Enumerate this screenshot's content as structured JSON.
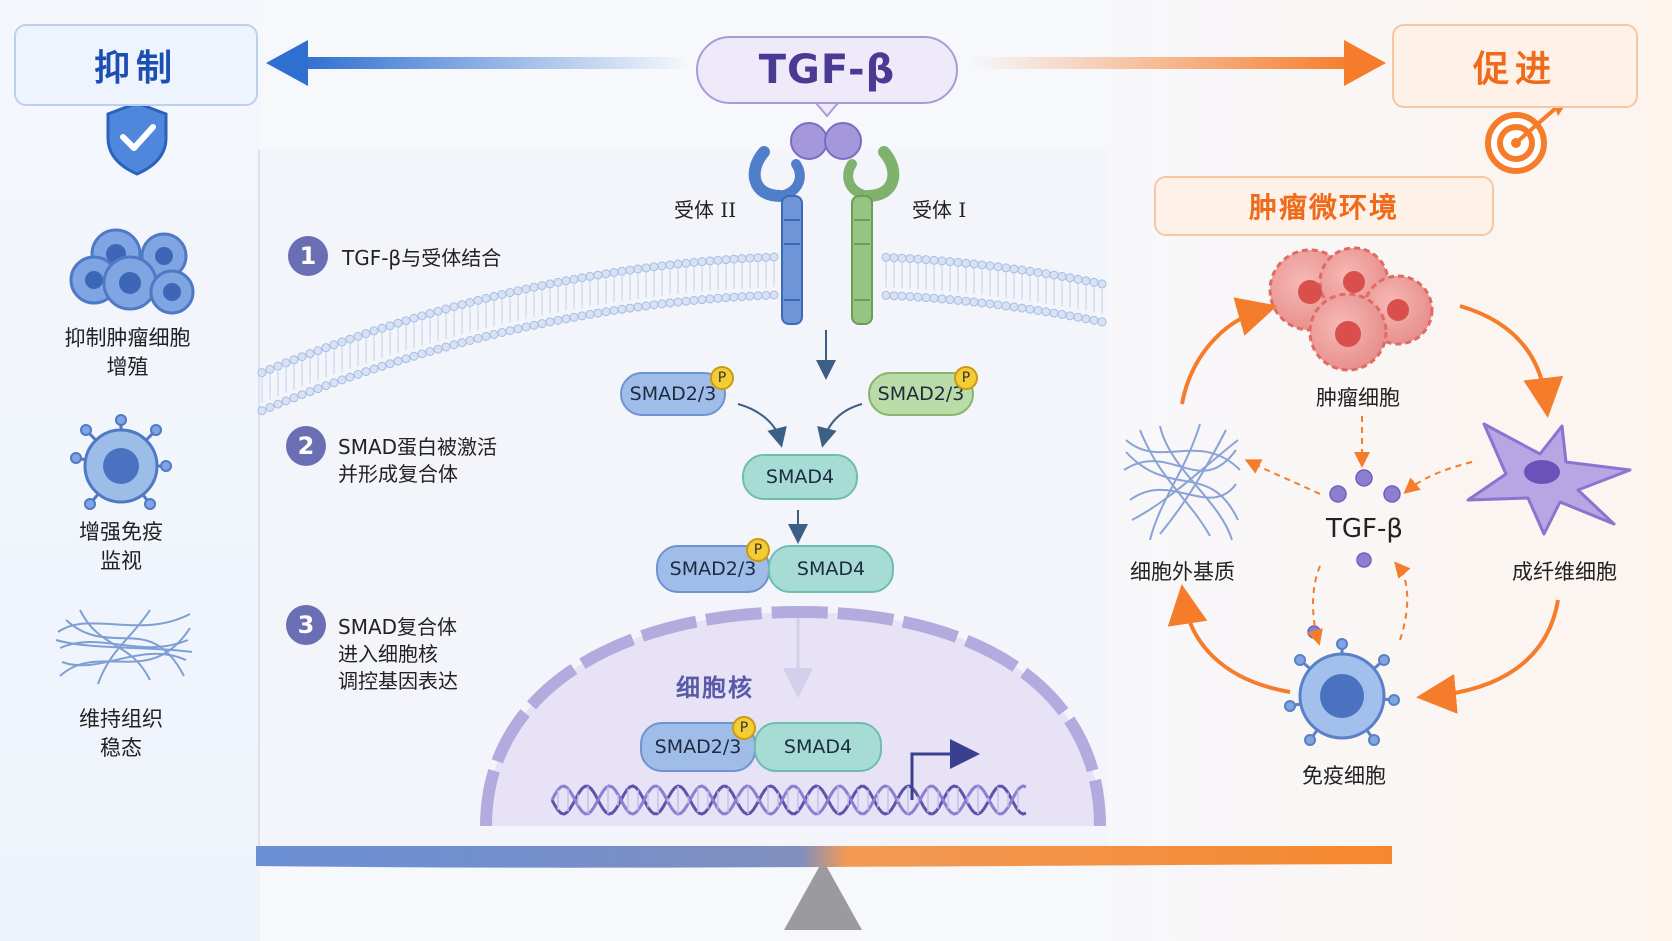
{
  "header": {
    "inhibit_label": "抑制",
    "promote_label": "促进",
    "tgf_label": "TGF-β"
  },
  "left_panel": {
    "items": [
      {
        "label": "抑制肿瘤细胞\n增殖",
        "icon": "tumor-cells-icon"
      },
      {
        "label": "增强免疫\n监视",
        "icon": "immune-cell-icon"
      },
      {
        "label": "维持组织\n稳态",
        "icon": "fiber-mesh-icon"
      }
    ]
  },
  "receptors": {
    "type2_label": "受体 II",
    "type1_label": "受体 I"
  },
  "steps": [
    {
      "num": "1",
      "text": "TGF-β与受体结合"
    },
    {
      "num": "2",
      "text": "SMAD蛋白被激活\n并形成复合体"
    },
    {
      "num": "3",
      "text": "SMAD复合体\n进入细胞核\n调控基因表达"
    }
  ],
  "smad": {
    "smad23": "SMAD2/3",
    "smad4": "SMAD4",
    "phospho": "P"
  },
  "nucleus_label": "细胞核",
  "tme": {
    "title": "肿瘤微环境",
    "tumor_cell": "肿瘤细胞",
    "ecm": "细胞外基质",
    "fibroblast": "成纤维细胞",
    "immune_cell": "免疫细胞",
    "center_label": "TGF-β"
  },
  "colors": {
    "inhibit": "#1d4fb3",
    "promote": "#ef6a1a",
    "tgf": "#4a3a93"
  }
}
